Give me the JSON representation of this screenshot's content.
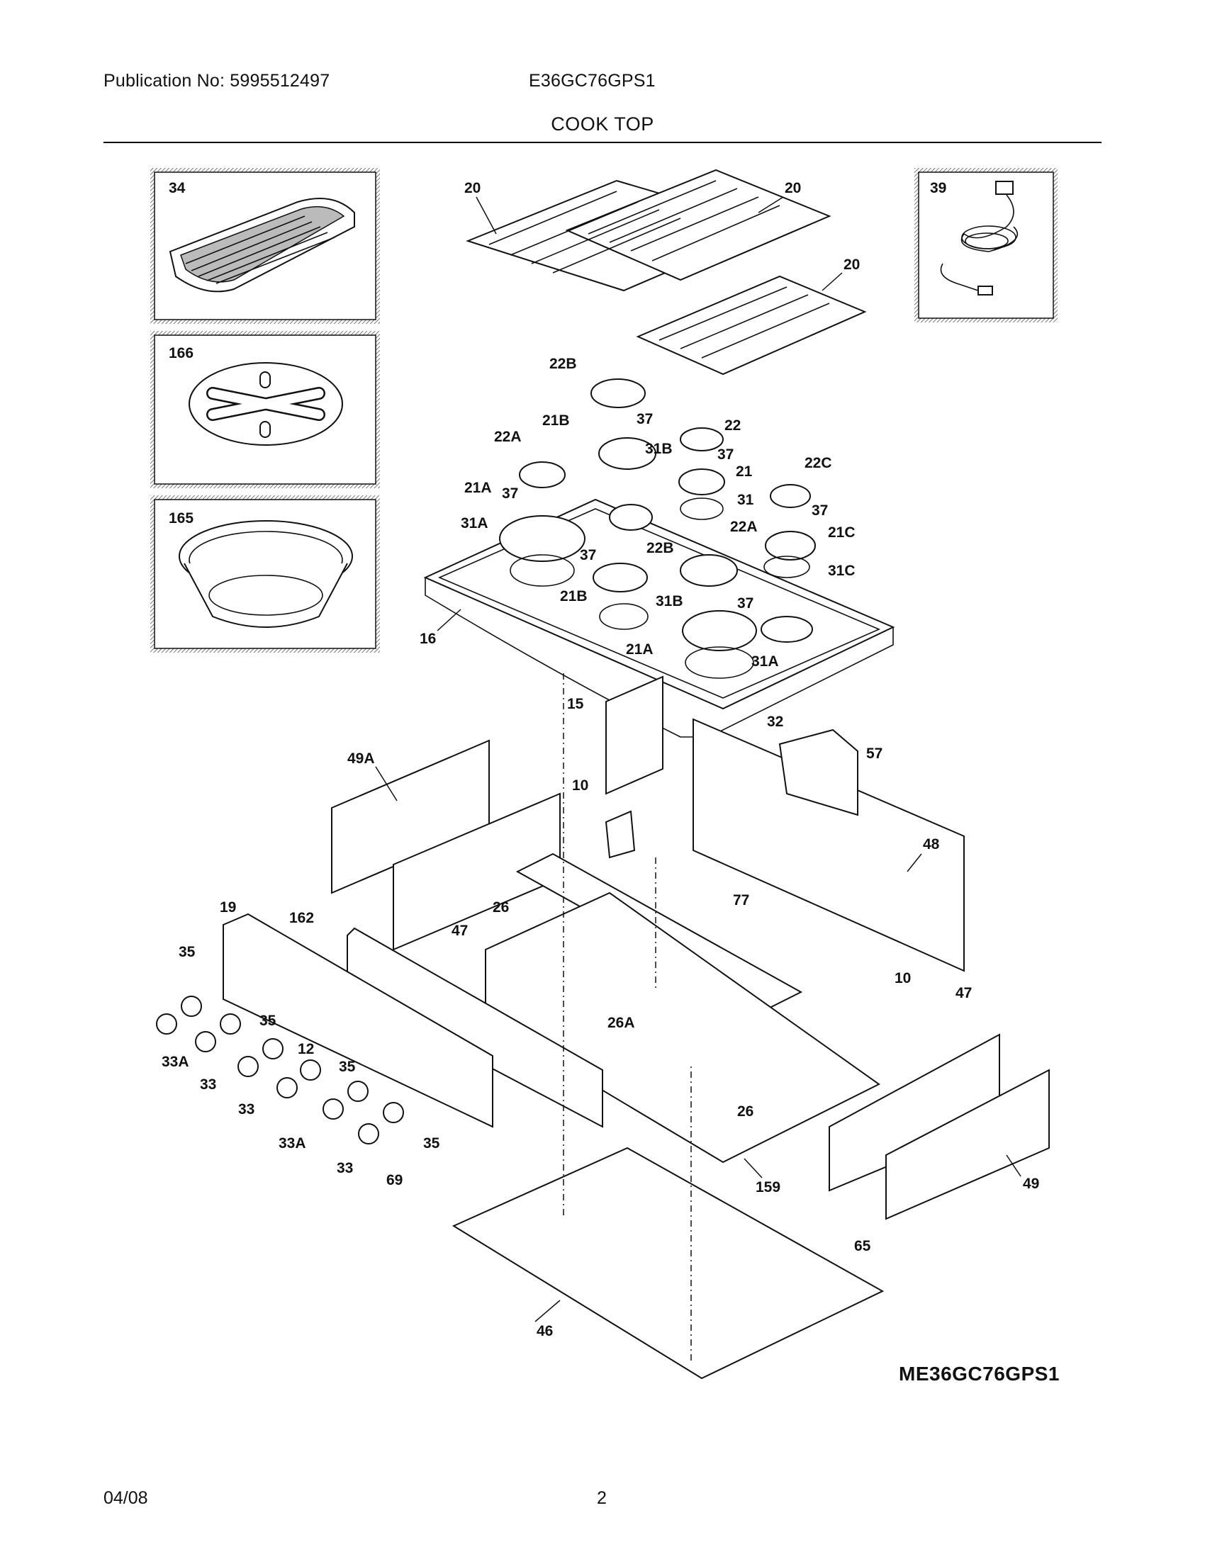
{
  "header": {
    "publication": "Publication No: 5995512497",
    "model": "E36GC76GPS1",
    "section": "COOK TOP"
  },
  "footer": {
    "date": "04/08",
    "page": "2",
    "model_code": "ME36GC76GPS1"
  },
  "callouts": {
    "c34": "34",
    "c166": "166",
    "c165": "165",
    "c39": "39",
    "c20a": "20",
    "c20b": "20",
    "c20c": "20",
    "c22B_top": "22B",
    "c37_1": "37",
    "c21B_top": "21B",
    "c22": "22",
    "c37_2": "37",
    "c22A_top": "22A",
    "c31B_top": "31B",
    "c21": "21",
    "c22C": "22C",
    "c21A_top": "21A",
    "c37_3": "37",
    "c31": "31",
    "c37_4": "37",
    "c31A_top": "31A",
    "c22A_mid": "22A",
    "c21C": "21C",
    "c37_5": "37",
    "c22B_mid": "22B",
    "c31C": "31C",
    "c21B_mid": "21B",
    "c31B_mid": "31B",
    "c37_6": "37",
    "c16": "16",
    "c21A_bot": "21A",
    "c31A_bot": "31A",
    "c15": "15",
    "c32": "32",
    "c49A": "49A",
    "c57": "57",
    "c10a": "10",
    "c48": "48",
    "c19": "19",
    "c162": "162",
    "c26a": "26",
    "c77": "77",
    "c47a": "47",
    "c35a": "35",
    "c10b": "10",
    "c47b": "47",
    "c35b": "35",
    "c33Aa": "33A",
    "c12": "12",
    "c33a": "33",
    "c26A": "26A",
    "c35c": "35",
    "c33b": "33",
    "c26b": "26",
    "c33Ab": "33A",
    "c35d": "35",
    "c33c": "33",
    "c69": "69",
    "c159": "159",
    "c49": "49",
    "c65": "65",
    "c46": "46"
  }
}
